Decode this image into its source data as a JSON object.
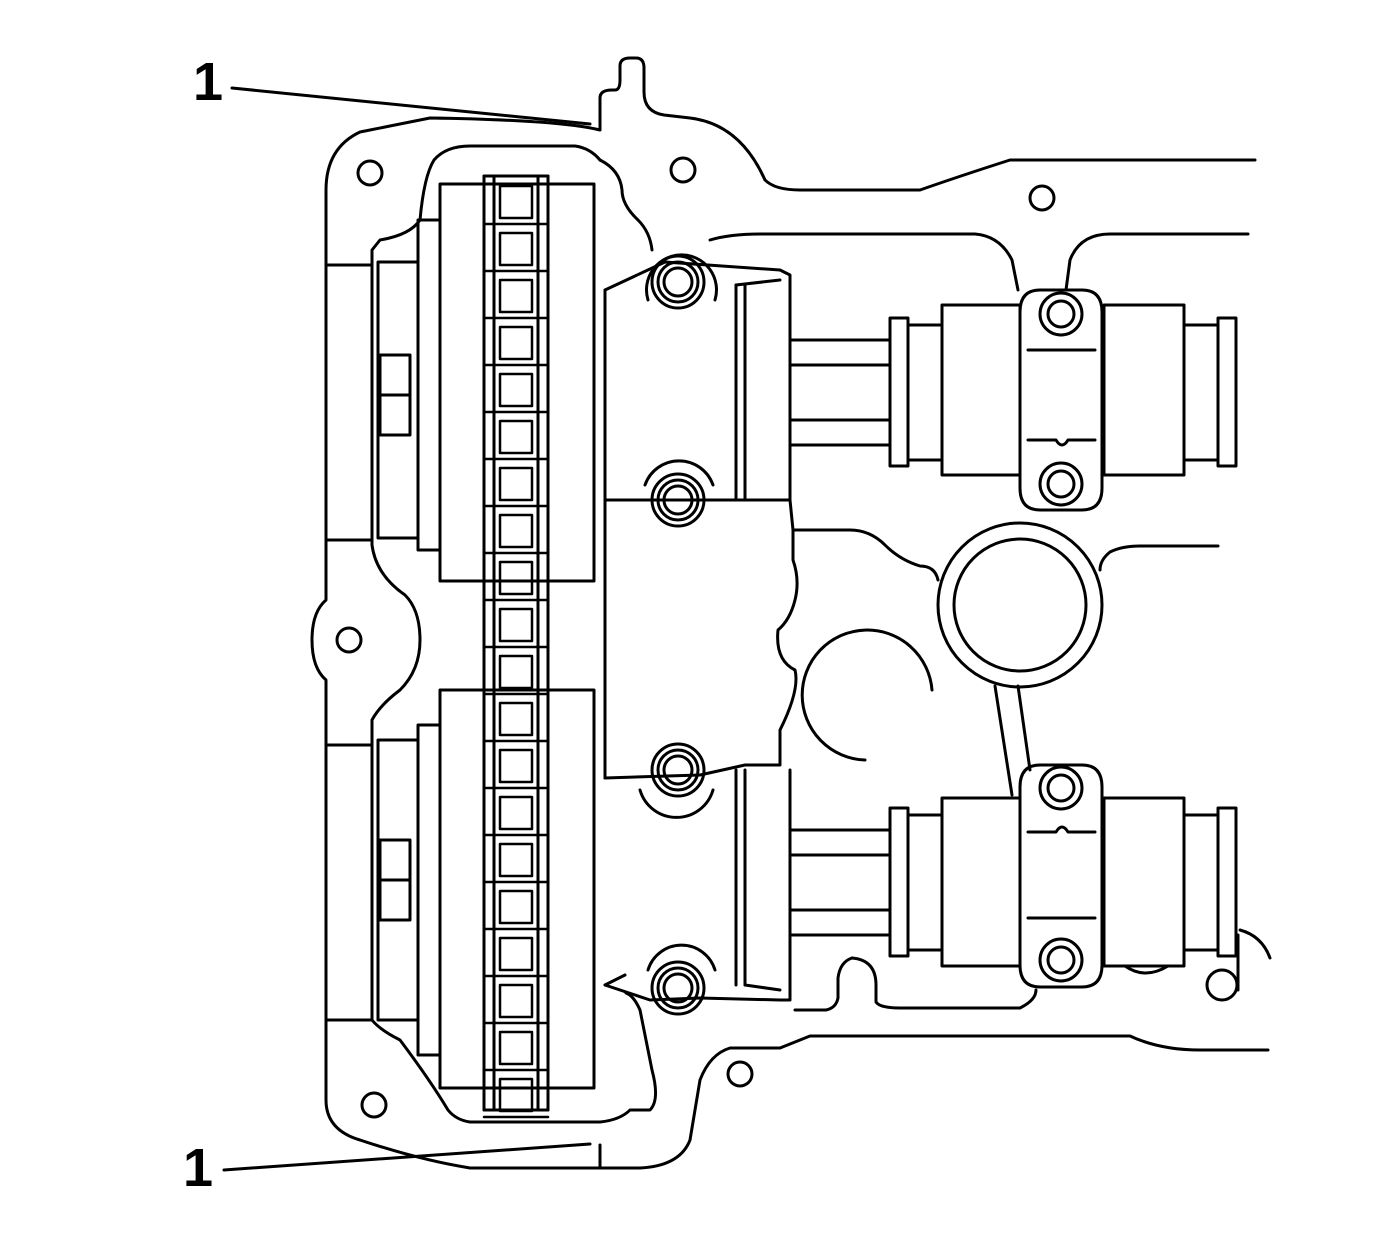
{
  "callouts": [
    {
      "id": "callout-top",
      "label": "1"
    },
    {
      "id": "callout-bottom",
      "label": "1"
    }
  ],
  "colors": {
    "line": "#000000",
    "background": "#ffffff"
  }
}
